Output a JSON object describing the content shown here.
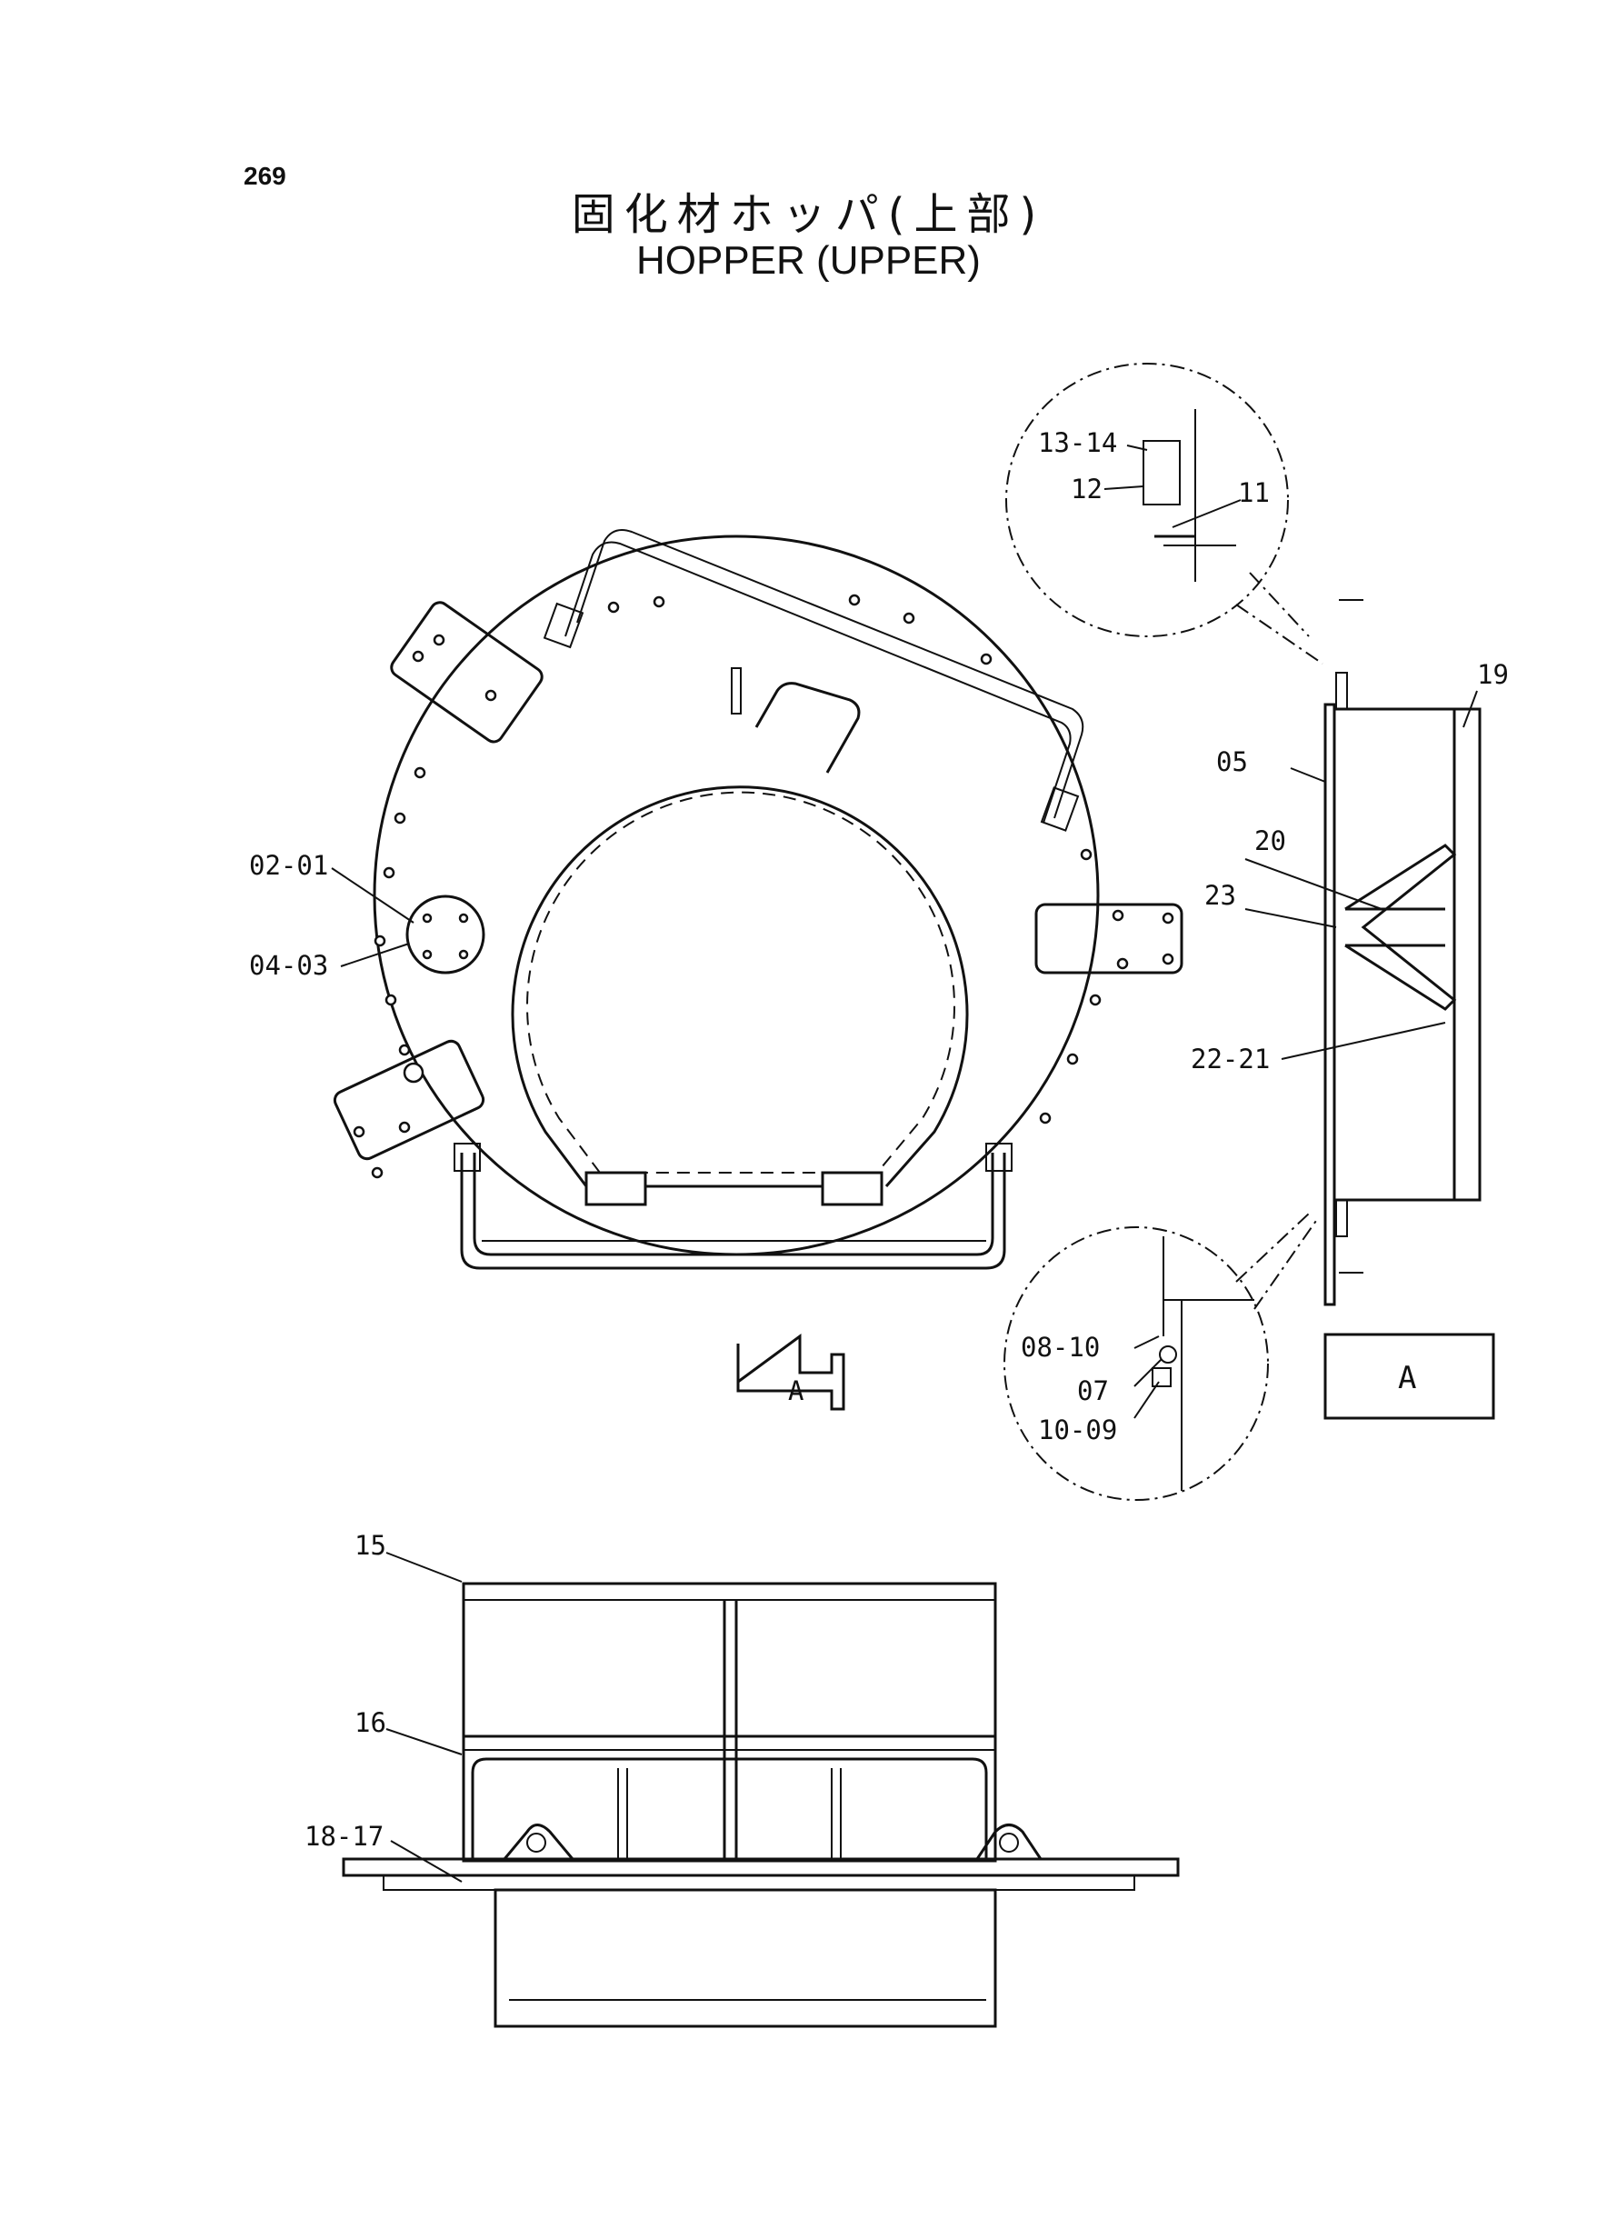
{
  "page_number": "269",
  "title_jp": "固化材ホッパ(上部)",
  "title_en": "HOPPER (UPPER)",
  "view_marker": "A",
  "view_label": "A",
  "part_labels": {
    "p0201": "02-01",
    "p0403": "04-03",
    "p1314": "13-14",
    "p12": "12",
    "p11": "11",
    "p05": "05",
    "p19": "19",
    "p20": "20",
    "p23": "23",
    "p2221": "22-21",
    "p0810": "08-10",
    "p07": "07",
    "p1009": "10-09",
    "p15": "15",
    "p16": "16",
    "p1817": "18-17"
  }
}
